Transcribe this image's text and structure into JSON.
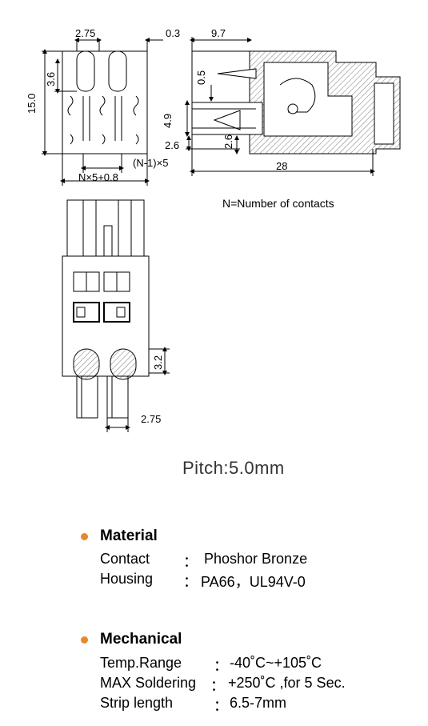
{
  "dimensions": {
    "top_width_pitch": "2.75",
    "top_gap": "0.3",
    "top_depth": "9.7",
    "left_height_small": "3.6",
    "left_height_total": "15.0",
    "side_05": "0.5",
    "side_49": "4.9",
    "side_26a": "2.6",
    "side_26b": "2.6",
    "bottom_pitch": "(N-1)×5",
    "bottom_width": "N×5+0.8",
    "bottom_length": "28",
    "front_32": "3.2",
    "front_275": "2.75"
  },
  "note": "N=Number of contacts",
  "pitch": "Pitch:5.0mm",
  "material": {
    "title": "Material",
    "rows": [
      {
        "label": "Contact",
        "sep": "：",
        "value": "Phoshor Bronze"
      },
      {
        "label": "Housing",
        "sep": "：",
        "value": "PA66，UL94V-0"
      }
    ]
  },
  "mechanical": {
    "title": "Mechanical",
    "rows": [
      {
        "label": "Temp.Range",
        "sep": "：",
        "value": "-40˚C~+105˚C"
      },
      {
        "label": "MAX Soldering",
        "sep": "：",
        "value": "+250˚C ,for 5 Sec."
      },
      {
        "label": "Strip length",
        "sep": "：",
        "value": "6.5-7mm"
      }
    ]
  },
  "colors": {
    "bullet": "#e8892b",
    "hatch": "#555555"
  }
}
